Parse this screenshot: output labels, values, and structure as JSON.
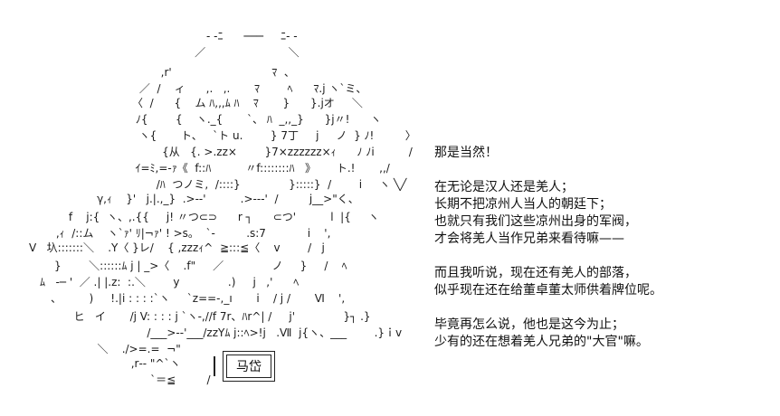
{
  "art": {
    "lines": [
      "- -ﾆ      ───     ﾆ- -",
      "     ／                        ＼",
      "  ,r'                             ﾏ  、",
      " ／  /    ィ      ,.   ,.       ﾏ        ﾍ      ﾏ.j ヽ`ミ、",
      "〈  /      {    ム ﾊ,,,ﾑ ﾊ    ﾏ       }      }.jオ     ＼",
      " ﾉ{        {    ヽ._{       `、 ﾊ  _,,_}      }j〃!      ヽ",
      "  ヽ{       ト、   `ト u.        } 7丁     j     ノ  } ﾉ!         〉",
      "     {从   {. >.zz×        }7×zzzzzz×ｨ      ﾉ ﾉi          /",
      "   ｲ=ﾐ,=-ｧ《  f::ﾊ          〃f::::::::ﾊ   》      ト.!       ,,/",
      "       /ﾊ  つノミ,  /::::}              }:::::}  /        i     ヽ ╲╱",
      "     γ,ｨ    }'   j.|.,_}  .>-‐'          .>‐-‐'  /         j__>\"く、",
      " f    j:{  ヽ、,.{{     j! 〃つ⊂⊃      r ┐      ⊂つ'          l  |{     ヽ",
      " ,ｨ  /::ム    ヽ`ｧ' ﾘ|¬ｧ' ! >s。  `‐         .s:7            i    ',",
      "V   圦:::::::＼    .Y〈 }レ/    { ,zzzｨ^  ≧:::≦〈    v        /   j",
      "}        ＼::::::ﾑ j | _>〈    .f\"     ／              ノ     }     /    ﾍ",
      "ﾑ   -─ '  ／ .| |.z:  :.＼        y              .)     j   ,'      ﾍ",
      "、        )     !.|i : : : :`ヽ     `z==-,_ı       i    / j /       Ⅵ    ',",
      "   ヒ   イ       /j V: : : : j `ヽ-,//f 7r、ﾊr^| /     j'              }┐ .}",
      "         /___>‐‐'___/zzYﾑ j::ﾍ>!j   .Ⅶ  j{ヽ、___        .}ｉv",
      "   ＼    ./>=.=  ¬\"",
      "       ,r‐‐ \"^`ヽ",
      "          `＝≦         /"
    ]
  },
  "nameplate": {
    "label": "马岱"
  },
  "dialogue": {
    "blocks": [
      {
        "lines": [
          "那是当然！"
        ]
      },
      {
        "lines": [
          "在无论是汉人还是羌人；",
          "长期不把凉州人当人的朝廷下；",
          "也就只有我们这些凉州出身的军阀，",
          "才会将羌人当作兄弟来看待嘛——"
        ]
      },
      {
        "lines": [
          "而且我听说，现在还有羌人的部落，",
          "似乎现在还在给董卓董太师供着牌位呢。"
        ]
      },
      {
        "lines": [
          "毕竟再怎么说，他也是这今为止；",
          "少有的还在想着羌人兄弟的\"大官\"嘛。"
        ]
      }
    ]
  }
}
